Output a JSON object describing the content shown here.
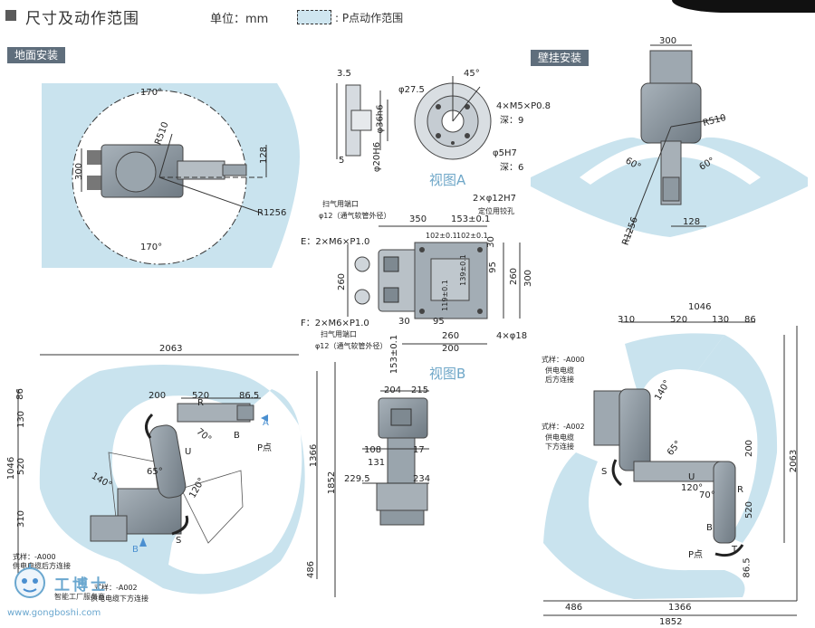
{
  "header": {
    "title": "尺寸及动作范围",
    "unit": "单位：mm",
    "legend": ": P点动作范围"
  },
  "sections": {
    "floor": "地面安装",
    "wall": "壁挂安装"
  },
  "views": {
    "a": "视图A",
    "b": "视图B"
  },
  "floor_top": {
    "angle_top": "170°",
    "angle_bottom": "170°",
    "r510": "R510",
    "r1256": "R1256",
    "d300": "300",
    "d128": "128"
  },
  "view_a": {
    "d3_5": "3.5",
    "d5": "5",
    "d27_5": "φ27.5",
    "d36h6": "φ36h6",
    "d20h6": "φ20H6",
    "angle45": "45°",
    "m5": "4×M5×P0.8",
    "m5_depth": "深：9",
    "d5h7": "φ5H7",
    "d5h7_depth": "深：6"
  },
  "view_b": {
    "purge_top_title": "扫气用端口",
    "purge_top_spec": "φ12（通气软管外径）",
    "pin": "2×φ12H7",
    "pin_note": "定位用铰孔",
    "d350": "350",
    "d153a": "153±0.1",
    "d102a": "102±0.1",
    "d102b": "102±0.1",
    "e_screw": "E：2×M6×P1.0",
    "f_screw": "F：2×M6×P1.0",
    "d30a": "30",
    "d95a": "95",
    "d260a": "260",
    "d300": "300",
    "d260b": "260",
    "d139": "139±0.1",
    "d119": "119±0.1",
    "d30b": "30",
    "d95b": "95",
    "d260c": "260",
    "d200": "200",
    "d153b": "153±0.1",
    "holes": "4×φ18",
    "purge_bot_title": "扫气用端口",
    "purge_bot_spec": "φ12（通气软管外径）"
  },
  "floor_side": {
    "d2063": "2063",
    "d86": "86",
    "d130": "130",
    "d520a": "520",
    "d1046": "1046",
    "d310": "310",
    "d200": "200",
    "d520b": "520",
    "d86_5": "86.5",
    "d1366": "1366",
    "d1852": "1852",
    "d486": "486",
    "a70": "70°",
    "a65": "65°",
    "a140": "140°",
    "a120": "120°",
    "label_r": "R",
    "label_u": "U",
    "label_b": "B",
    "label_s": "S",
    "label_a": "A",
    "label_b_view": "B",
    "p_point": "P点",
    "cable_rear_code": "式样：-A000",
    "cable_rear_desc": "供电电缆后方连接",
    "cable_bottom_code": "式样：-A002",
    "cable_bottom_desc": "供电电缆下方连接"
  },
  "front_view": {
    "d204": "204",
    "d215": "215",
    "d108": "108",
    "d17": "17",
    "d131": "131",
    "d229_5": "229.5",
    "d234": "234"
  },
  "wall_top": {
    "d300": "300",
    "r510": "R510",
    "a60a": "60°",
    "a60b": "60°",
    "r1256": "R1256",
    "d128": "128"
  },
  "wall_side": {
    "d1046": "1046",
    "d310": "310",
    "d520": "520",
    "d130": "130",
    "d86": "86",
    "d2063": "2063",
    "d200": "200",
    "d520b": "520",
    "d86_5": "86.5",
    "d486": "486",
    "d1366": "1366",
    "d1852": "1852",
    "a140": "140°",
    "a65": "65°",
    "a120": "120°",
    "a70": "70°",
    "label_s": "S",
    "label_u": "U",
    "label_r": "R",
    "label_b": "B",
    "label_t": "T",
    "p_point": "P点",
    "cable_rear_code": "式样：-A000",
    "cable_rear_desc1": "供电电缆",
    "cable_rear_desc2": "后方连接",
    "cable_bottom_code": "式样：-A002",
    "cable_bottom_desc1": "供电电缆",
    "cable_bottom_desc2": "下方连接"
  },
  "watermark": {
    "brand": "工博士",
    "sub": "智能工厂服务商",
    "url": "www.gongboshi.com"
  },
  "colors": {
    "range_fill": "#c9e3ee",
    "robot_gray": "#8f9aa3",
    "label_bg": "#5f6e7c",
    "caption": "#6fa7c8"
  }
}
